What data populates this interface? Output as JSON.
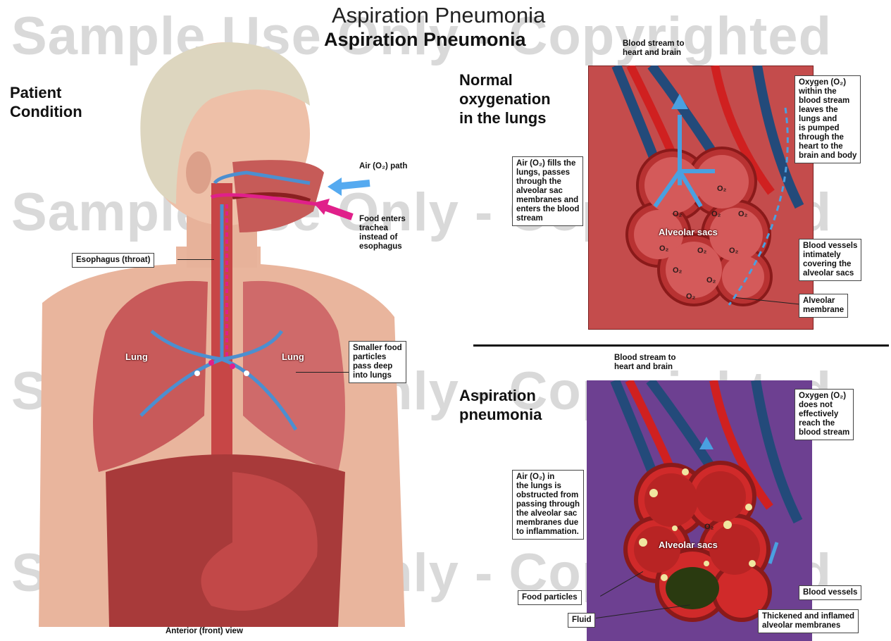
{
  "watermark": "Sample Use Only - Copyrighted",
  "title": {
    "line1": "Aspiration Pneumonia",
    "line2": "Aspiration Pneumonia"
  },
  "left_panel": {
    "heading": "Patient\nCondition",
    "labels": {
      "air_path": "Air (O₂) path",
      "food_enters": "Food enters\ntrachea\ninstead of\nesophagus",
      "esophagus": "Esophagus (throat)",
      "smaller_food": "Smaller food\nparticles\npass deep\ninto lungs",
      "lung_left": "Lung",
      "lung_right": "Lung",
      "view": "Anterior (front) view"
    }
  },
  "normal_panel": {
    "heading": "Normal\noxygenation\nin the lungs",
    "blood_stream": "Blood stream to\nheart and brain",
    "air_fills": "Air (O₂) fills the\nlungs, passes\nthrough the\nalveolar sac\nmembranes and\nenters the blood\nstream",
    "oxygen_within": "Oxygen (O₂)\nwithin the\nblood stream\nleaves the\nlungs and\nis pumped\nthrough the\nheart to the\nbrain and body",
    "blood_vessels": "Blood vessels\nintimately\ncovering the\nalveolar sacs",
    "alveolar_membrane": "Alveolar\nmembrane",
    "alveolar_sacs": "Alveolar sacs",
    "o2": "O₂"
  },
  "pneumonia_panel": {
    "heading": "Aspiration\npneumonia",
    "blood_stream": "Blood stream to\nheart and brain",
    "oxygen_not": "Oxygen (O₂)\ndoes not\neffectively\nreach the\nblood stream",
    "air_obstructed": "Air (O₂) in\nthe lungs is\nobstructed from\npassing through\nthe alveolar sac\nmembranes due\nto inflammation.",
    "food_particles": "Food particles",
    "fluid": "Fluid",
    "blood_vessels": "Blood vessels",
    "thickened": "Thickened and inflamed\nalveolar membranes",
    "alveolar_sacs": "Alveolar sacs",
    "o2": "O₂"
  },
  "colors": {
    "tissue": "#b83a3a",
    "air": "#4aa0e0",
    "food": "#e0208a",
    "purple": "#5a3a8a"
  }
}
